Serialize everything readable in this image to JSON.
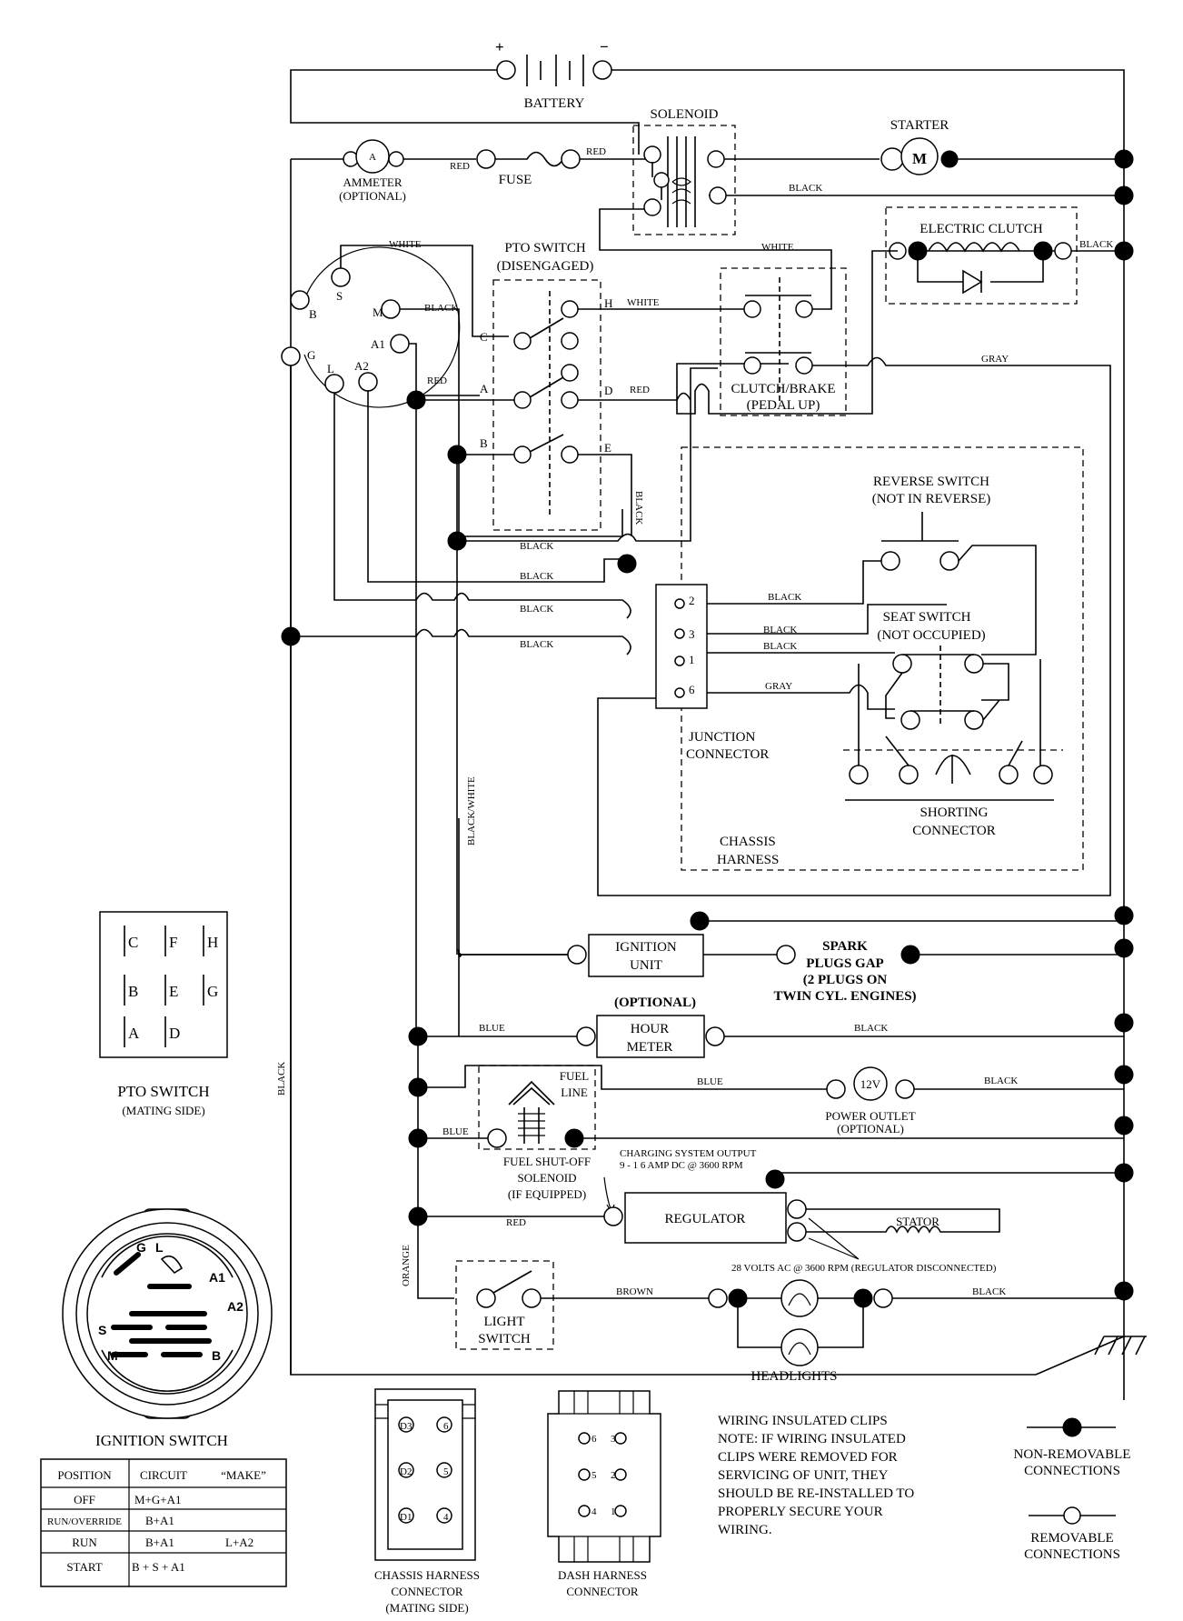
{
  "battery": {
    "label": "BATTERY",
    "plus": "+",
    "minus": "−"
  },
  "solenoid": {
    "label": "SOLENOID"
  },
  "starter": {
    "label": "STARTER",
    "symbol": "M"
  },
  "ammeter": {
    "label": "AMMETER",
    "note": "(OPTIONAL)",
    "symbol": "A"
  },
  "fuse": {
    "label": "FUSE"
  },
  "electric_clutch": {
    "label": "ELECTRIC CLUTCH"
  },
  "pto_switch": {
    "label": "PTO SWITCH",
    "state": "(DISENGAGED)",
    "terminals": [
      "C",
      "H",
      "A",
      "D",
      "B",
      "E"
    ]
  },
  "clutch_brake": {
    "label": "CLUTCH/BRAKE",
    "state": "(PEDAL UP)"
  },
  "ignition_terminals": [
    "B",
    "S",
    "M",
    "A1",
    "G",
    "L",
    "A2"
  ],
  "reverse_switch": {
    "label": "REVERSE SWITCH",
    "state": "(NOT IN REVERSE)"
  },
  "seat_switch": {
    "label": "SEAT SWITCH",
    "state": "(NOT OCCUPIED)"
  },
  "junction_connector": {
    "label_line1": "JUNCTION",
    "label_line2": "CONNECTOR",
    "pins": [
      "2",
      "3",
      "1",
      "6"
    ]
  },
  "shorting_connector": {
    "line1": "SHORTING",
    "line2": "CONNECTOR"
  },
  "chassis_harness": {
    "line1": "CHASSIS",
    "line2": "HARNESS"
  },
  "ignition_unit": {
    "line1": "IGNITION",
    "line2": "UNIT"
  },
  "spark_plugs": {
    "line1": "SPARK",
    "line2": "PLUGS GAP",
    "line3": "(2 PLUGS ON",
    "line4": "TWIN CYL. ENGINES)"
  },
  "hour_meter": {
    "optional": "(OPTIONAL)",
    "line1": "HOUR",
    "line2": "METER"
  },
  "fuel_line": {
    "line1": "FUEL",
    "line2": "LINE"
  },
  "power_outlet": {
    "symbol": "12V",
    "line1": "POWER OUTLET",
    "line2": "(OPTIONAL)"
  },
  "fuel_solenoid": {
    "line1": "FUEL SHUT-OFF",
    "line2": "SOLENOID",
    "line3": "(IF EQUIPPED)"
  },
  "charging": {
    "line1": "CHARGING SYSTEM OUTPUT",
    "line2": "9 - 1 6 AMP DC @ 3600 RPM"
  },
  "regulator": {
    "label": "REGULATOR"
  },
  "stator": {
    "label": "STATOR"
  },
  "volts_note": "28 VOLTS AC @ 3600 RPM (REGULATOR DISCONNECTED)",
  "light_switch": {
    "line1": "LIGHT",
    "line2": "SWITCH"
  },
  "headlights": {
    "label": "HEADLIGHTS"
  },
  "wires": {
    "red": "RED",
    "black": "BLACK",
    "white": "WHITE",
    "gray": "GRAY",
    "blue": "BLUE",
    "brown": "BROWN",
    "orange": "ORANGE",
    "black_white": "BLACK/WHITE"
  },
  "pto_mating": {
    "title": "PTO SWITCH",
    "subtitle": "(MATING SIDE)",
    "pins": [
      "C",
      "F",
      "H",
      "B",
      "E",
      "G",
      "A",
      "D"
    ]
  },
  "ignition_switch": {
    "title": "IGNITION SWITCH",
    "face_labels": [
      "G",
      "L",
      "A1",
      "A2",
      "S",
      "M",
      "B"
    ],
    "headers": [
      "POSITION",
      "CIRCUIT",
      "“MAKE”"
    ],
    "rows": [
      [
        "OFF",
        "M+G+A1",
        ""
      ],
      [
        "RUN/OVERRIDE",
        "B+A1",
        ""
      ],
      [
        "RUN",
        "B+A1",
        "L+A2"
      ],
      [
        "START",
        "B + S + A1",
        ""
      ]
    ]
  },
  "chassis_connector": {
    "line1": "CHASSIS HARNESS",
    "line2": "CONNECTOR",
    "line3": "(MATING SIDE)",
    "pins": [
      "D3",
      "6",
      "D2",
      "5",
      "D1",
      "4"
    ]
  },
  "dash_connector": {
    "line1": "DASH HARNESS",
    "line2": "CONNECTOR",
    "pins": [
      "6",
      "3",
      "5",
      "2",
      "4",
      "1"
    ]
  },
  "clips_note": [
    "WIRING INSULATED CLIPS",
    "NOTE:  IF WIRING INSULATED",
    "CLIPS WERE REMOVED FOR",
    "SERVICING OF UNIT, THEY",
    "SHOULD BE RE-INSTALLED TO",
    "PROPERLY SECURE YOUR",
    "WIRING."
  ],
  "legend": {
    "nonremovable_1": "NON-REMOVABLE",
    "nonremovable_2": "CONNECTIONS",
    "removable_1": "REMOVABLE",
    "removable_2": "CONNECTIONS"
  }
}
